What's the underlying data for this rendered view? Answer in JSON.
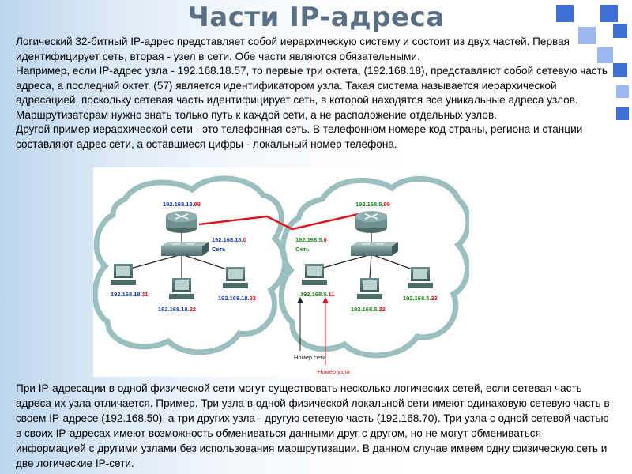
{
  "title": "Части IP-адреса",
  "paragraphs_top": [
    "Логический 32-битный IP-адрес представляет собой иерархическую систему и состоит из двух частей. Первая идентифицирует сеть, вторая - узел в сети. Обе части являются обязательными.",
    "Например, если IP-адрес узла - 192.168.18.57, то первые три октета, (192.168.18), представляют собой сетевую часть адреса, а последний октет, (57) является идентификатором узла. Такая система называется иерархической адресацией, поскольку сетевая часть идентифицирует сеть, в которой находятся все уникальные адреса узлов. Маршрутизаторам нужно знать только путь к каждой сети, а не расположение отдельных узлов.",
    "Другой пример иерархической сети - это телефонная сеть. В телефонном номере код страны, региона и станции составляют адрес сети, а оставшиеся цифры - локальный номер телефона."
  ],
  "paragraph_bottom": "При IP-адресации в одной физической сети могут существовать несколько логических сетей, если сетевая часть адреса их узла отличается. Пример. Три узла в одной физической локальной сети имеют одинаковую сетевую часть в своем IP-адресе (192.168.50), а три других узла - другую сетевую часть (192.168.70). Три узла с одной сетевой частью в своих IP-адресах имеют возможность обмениваться данными друг с другом, но не могут обмениваться информацией с другими узлами без использования маршрутизации. В данном случае имеем одну физическую сеть и две логические IP-сети.",
  "diagram": {
    "left": {
      "router_net": "192.168.18.",
      "router_host": "99",
      "switch_net": "192.168.18.",
      "switch_host": "0",
      "switch_label": "Сеть",
      "hosts": [
        {
          "net": "192.168.18.",
          "host": "11"
        },
        {
          "net": "192.168.18.",
          "host": "22"
        },
        {
          "net": "192.168.18.",
          "host": "33"
        }
      ]
    },
    "right": {
      "router_net": "192.168.5.",
      "router_host": "99",
      "switch_net": "192.168.5.",
      "switch_host": "0",
      "switch_label": "Сеть",
      "hosts": [
        {
          "net": "192.168.5.",
          "host": "11"
        },
        {
          "net": "192.168.5.",
          "host": "22"
        },
        {
          "net": "192.168.5.",
          "host": "33"
        }
      ]
    },
    "label_network_number": "Номер сети",
    "label_host_number": "Номер узла",
    "colors": {
      "left_net": "#1d3fb0",
      "right_net": "#1f8a1f",
      "host": "#e0141e",
      "cloud": "#9bbfbf",
      "link": "#e0141e"
    }
  }
}
